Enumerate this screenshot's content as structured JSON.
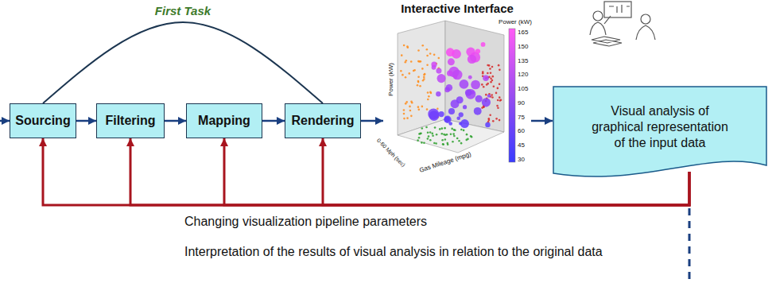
{
  "diagram": {
    "nodes": [
      {
        "text": [
          "Sourcing"
        ]
      },
      {
        "text": [
          "Filtering"
        ]
      },
      {
        "text": [
          "Mapping"
        ]
      },
      {
        "text": [
          "Rendering"
        ]
      },
      {
        "text": [
          "Interactive Interface"
        ]
      },
      {
        "text": [
          "Visual analysis of graphical representation of the input data"
        ]
      }
    ],
    "edges": [
      {
        "from": 0,
        "to": 1,
        "arrow": "to"
      },
      {
        "from": 1,
        "to": 2,
        "arrow": "to"
      },
      {
        "from": 2,
        "to": 3,
        "arrow": "to"
      },
      {
        "from": 0,
        "to": 3,
        "arrow": "none",
        "label": "First Task"
      },
      {
        "from": 3,
        "to": 4,
        "arrow": "to"
      },
      {
        "from": 4,
        "to": 5,
        "arrow": "to"
      },
      {
        "from": 5,
        "to": 0,
        "arrow": "to"
      },
      {
        "from": 5,
        "to": 1,
        "arrow": "to"
      },
      {
        "from": 5,
        "to": 2,
        "arrow": "to"
      },
      {
        "from": 5,
        "to": 3,
        "arrow": "to"
      }
    ],
    "labels": [
      "Changing visualization pipeline parameters",
      "Interpretation of the results of visual analysis in relation to the original data",
      "Power (kW)",
      "165",
      "150",
      "135",
      "120",
      "105",
      "90",
      "75",
      "60",
      "45",
      "30",
      "Power (kW)",
      "0-60 Mph (sec)",
      "Gas Mileage (mpg)"
    ]
  }
}
